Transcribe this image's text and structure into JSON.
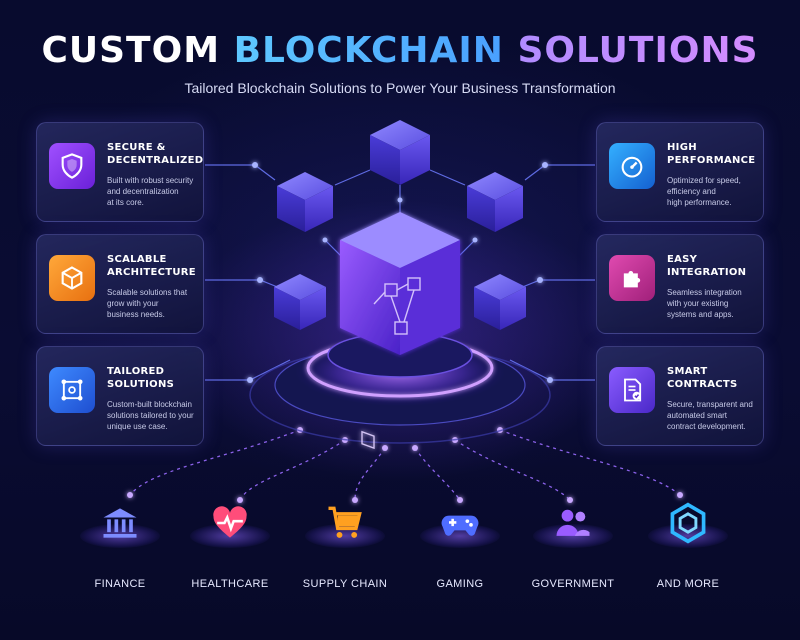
{
  "header": {
    "title_part1": "CUSTOM",
    "title_part2": "BLOCKCHAIN",
    "title_part3": "SOLUTIONS",
    "subtitle": "Tailored Blockchain Solutions to Power Your Business Transformation"
  },
  "features_left": [
    {
      "title_line1": "SECURE &",
      "title_line2": "DECENTRALIZED",
      "desc_line1": "Built with robust security",
      "desc_line2": "and decentralization",
      "desc_line3": "at its core.",
      "icon": "shield-icon",
      "color": "#8a3cf0"
    },
    {
      "title_line1": "SCALABLE",
      "title_line2": "ARCHITECTURE",
      "desc_line1": "Scalable solutions that",
      "desc_line2": "grow with your",
      "desc_line3": "business needs.",
      "icon": "cube-icon",
      "color": "#f28a1e"
    },
    {
      "title_line1": "TAILORED",
      "title_line2": "SOLUTIONS",
      "desc_line1": "Custom-built blockchain",
      "desc_line2": "solutions tailored to your",
      "desc_line3": "unique use case.",
      "icon": "blockchain-network-icon",
      "color": "#2f6fe8"
    }
  ],
  "features_right": [
    {
      "title_line1": "HIGH",
      "title_line2": "PERFORMANCE",
      "desc_line1": "Optimized for speed,",
      "desc_line2": "efficiency and",
      "desc_line3": "high performance.",
      "icon": "speedometer-icon",
      "color": "#1e8fe0"
    },
    {
      "title_line1": "EASY",
      "title_line2": "INTEGRATION",
      "desc_line1": "Seamless integration",
      "desc_line2": "with your existing",
      "desc_line3": "systems and apps.",
      "icon": "puzzle-icon",
      "color": "#c4309a"
    },
    {
      "title_line1": "SMART",
      "title_line2": "CONTRACTS",
      "desc_line1": "Secure, transparent and",
      "desc_line2": "automated smart",
      "desc_line3": "contract development.",
      "icon": "contract-icon",
      "color": "#6a3ce0"
    }
  ],
  "industries": [
    {
      "label": "FINANCE",
      "icon": "bank-icon",
      "color": "#6f7dff"
    },
    {
      "label": "HEALTHCARE",
      "icon": "heart-pulse-icon",
      "color": "#ff4d7a"
    },
    {
      "label": "SUPPLY CHAIN",
      "icon": "cart-icon",
      "color": "#ff9a1f"
    },
    {
      "label": "GAMING",
      "icon": "gamepad-icon",
      "color": "#4f6dff"
    },
    {
      "label": "GOVERNMENT",
      "icon": "people-icon",
      "color": "#9a5cff"
    },
    {
      "label": "AND MORE",
      "icon": "hexagon-icon",
      "color": "#2fb8ff"
    }
  ]
}
